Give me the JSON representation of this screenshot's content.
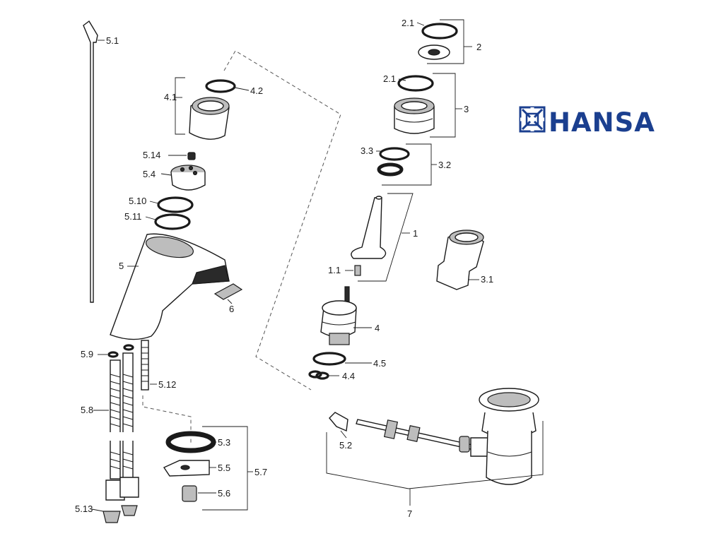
{
  "brand": {
    "logo_text": "HANSA",
    "color": "#1b3f8f"
  },
  "labels": {
    "l_5_1": "5.1",
    "l_4_1": "4.1",
    "l_4_2": "4.2",
    "l_5_14": "5.14",
    "l_5_4": "5.4",
    "l_5_10": "5.10",
    "l_5_11": "5.11",
    "l_5": "5",
    "l_6": "6",
    "l_5_9": "5.9",
    "l_5_12": "5.12",
    "l_5_8": "5.8",
    "l_5_13": "5.13",
    "l_5_3": "5.3",
    "l_5_5": "5.5",
    "l_5_6": "5.6",
    "l_5_7": "5.7",
    "l_2_1a": "2.1",
    "l_2": "2",
    "l_2_1b": "2.1",
    "l_3": "3",
    "l_3_3": "3.3",
    "l_3_2": "3.2",
    "l_1": "1",
    "l_1_1": "1.1",
    "l_3_1": "3.1",
    "l_4": "4",
    "l_4_5": "4.5",
    "l_4_4": "4.4",
    "l_5_2": "5.2",
    "l_7": "7"
  }
}
